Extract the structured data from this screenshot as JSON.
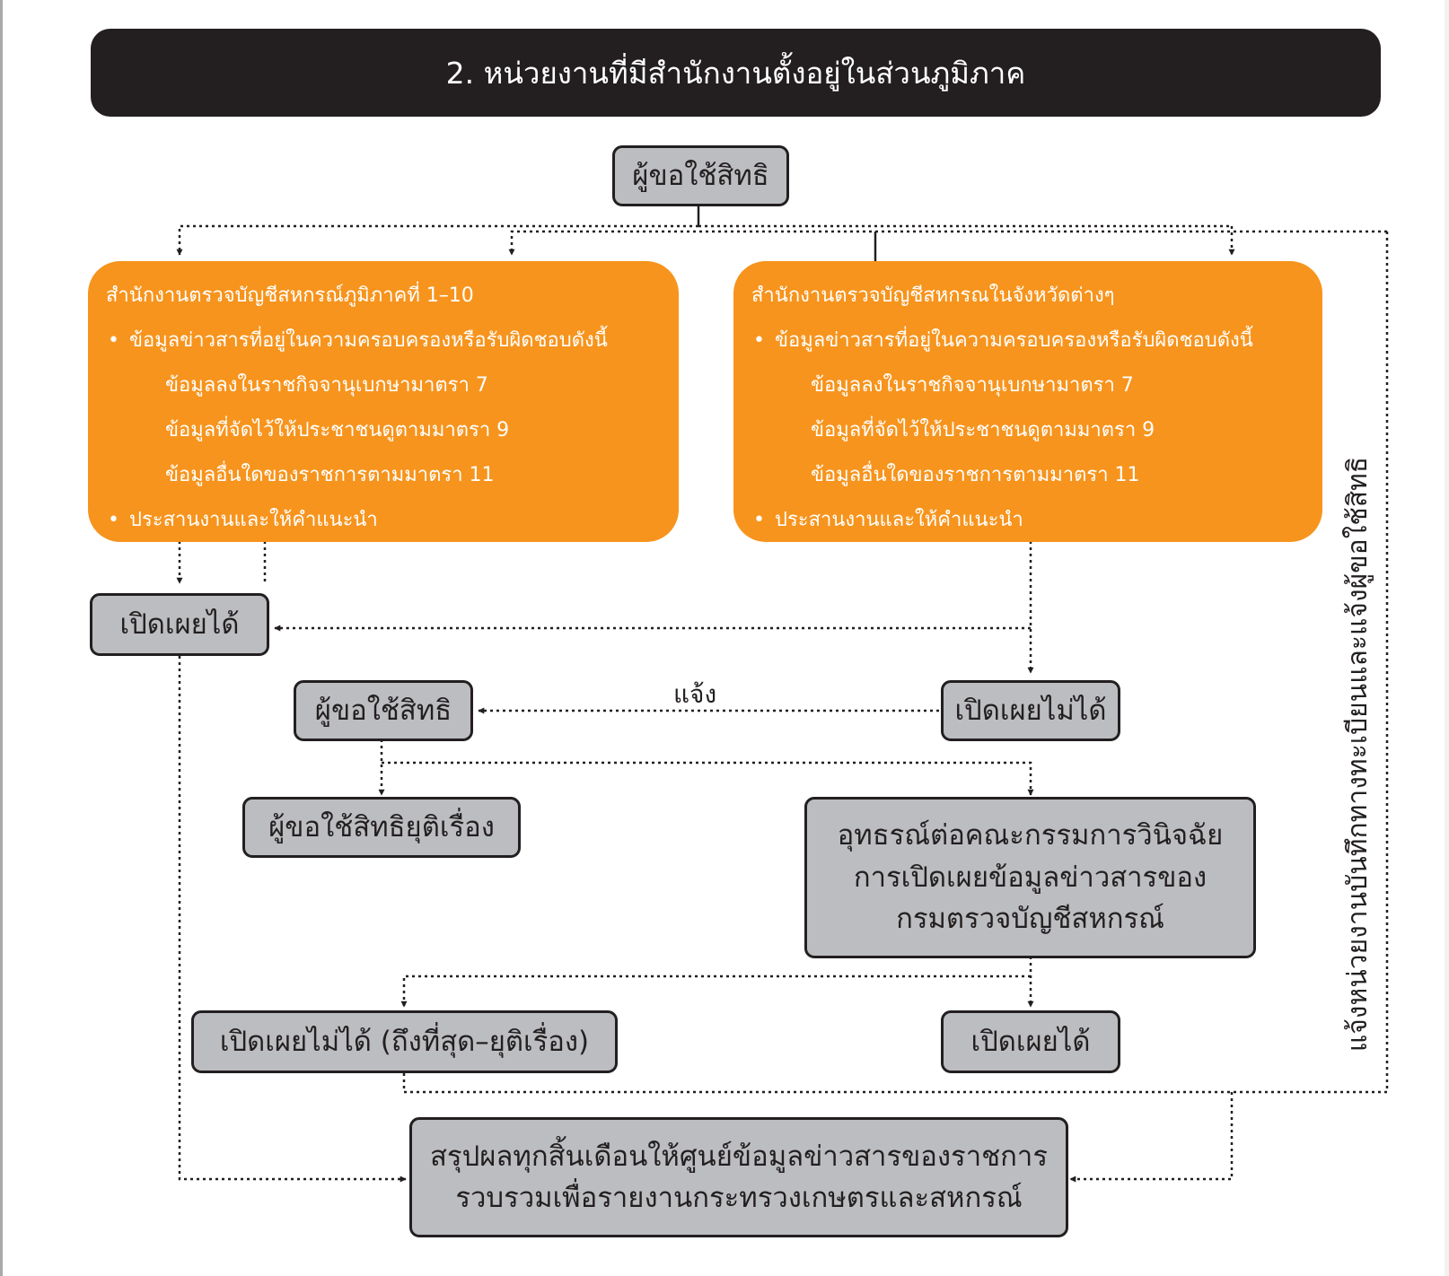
{
  "title": "2. หน่วยงานที่มีสำนักงานตั้งอยู่ในส่วนภูมิภาค",
  "applicant_top": "ผู้ขอใช้สิทธิ",
  "left_office": {
    "heading": "สำนักงานตรวจบัญชีสหกรณ์ภูมิภาคที่ 1–10",
    "bullet1": "ข้อมูลข่าวสารที่อยู่ในความครอบครองหรือรับผิดชอบดังนี้",
    "items": [
      "ข้อมูลลงในราชกิจจานุเบกษามาตรา 7",
      "ข้อมูลที่จัดไว้ให้ประชาชนดูตามมาตรา 9",
      "ข้อมูลอื่นใดของราชการตามมาตรา 11"
    ],
    "bullet2": "ประสานงานและให้คำแนะนำ"
  },
  "right_office": {
    "heading": "สำนักงานตรวจบัญชีสหกรณในจังหวัดต่างๆ",
    "bullet1": "ข้อมูลข่าวสารที่อยู่ในความครอบครองหรือรับผิดชอบดังนี้",
    "items": [
      "ข้อมูลลงในราชกิจจานุเบกษามาตรา 7",
      "ข้อมูลที่จัดไว้ให้ประชาชนดูตามมาตรา 9",
      "ข้อมูลอื่นใดของราชการตามมาตรา 11"
    ],
    "bullet2": "ประสานงานและให้คำแนะนำ"
  },
  "bullet_char": "•",
  "disclose": "เปิดเผยได้",
  "not_disclose": "เปิดเผยไม่ได้",
  "notify_label": "แจ้ง",
  "applicant_mid": "ผู้ขอใช้สิทธิ",
  "applicant_end": "ผู้ขอใช้สิทธิยุติเรื่อง",
  "appeal": [
    "อุทธรณ์ต่อคณะกรรมการวินิจฉัย",
    "การเปิดเผยข้อมูลข่าวสารของ",
    "กรมตรวจบัญชีสหกรณ์"
  ],
  "not_disclose_final": "เปิดเผยไม่ได้ (ถึงที่สุด–ยุติเรื่อง)",
  "disclose_final": "เปิดเผยได้",
  "summary": [
    "สรุปผลทุกสิ้นเดือนให้ศูนย์ข้อมูลข่าวสารของราชการ",
    "รวบรวมเพื่อรายงานกระทรวงเกษตรและสหกรณ์"
  ],
  "side_note": "แจ้งหน่วยงานบันทึกทางทะเบียนและแจ้งผู้ขอใช้สิทธิ"
}
